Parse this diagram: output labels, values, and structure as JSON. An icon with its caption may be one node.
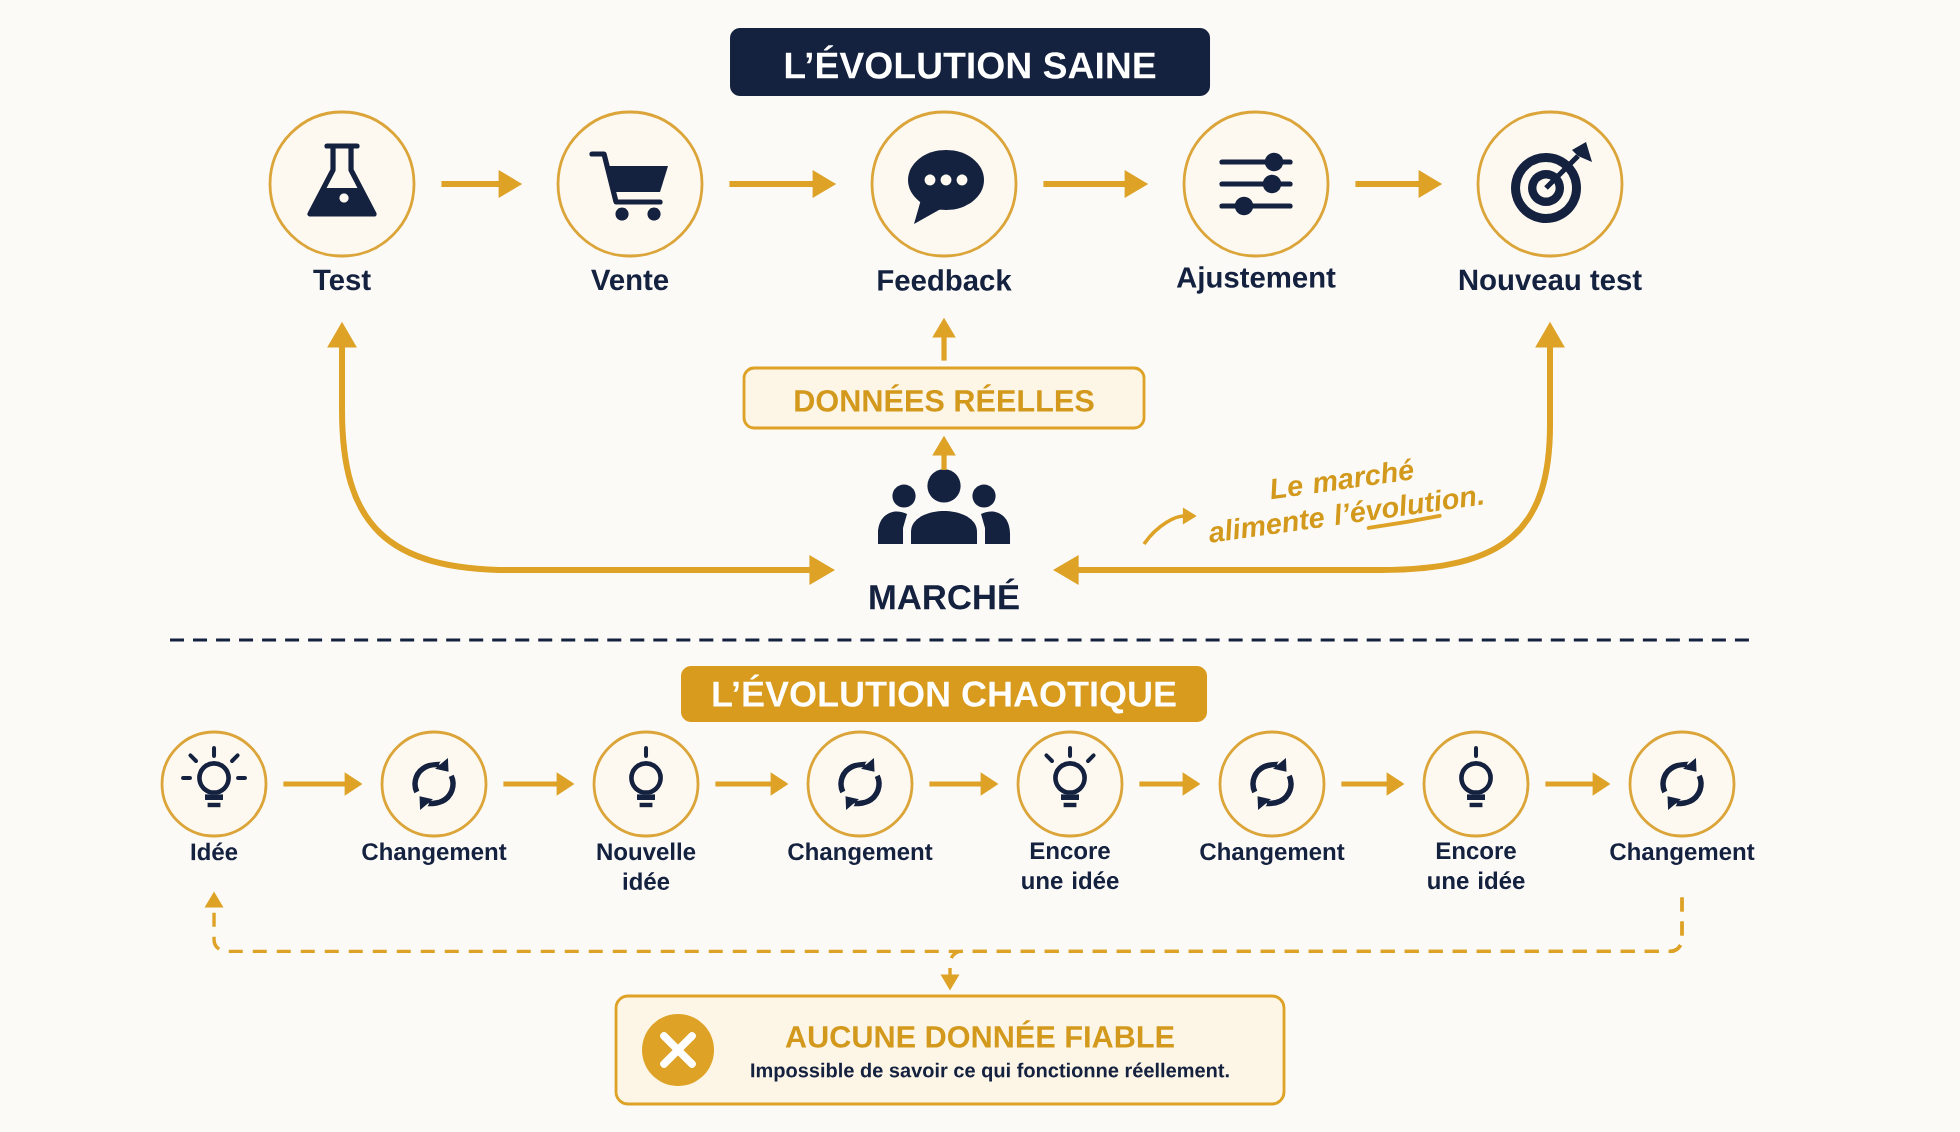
{
  "diagram": {
    "nodes": [
      {
        "text": [
          "L’ÉVOLUTION SAINE"
        ]
      },
      {
        "text": [
          "Test"
        ]
      },
      {
        "text": [
          "Vente"
        ]
      },
      {
        "text": [
          "Feedback"
        ]
      },
      {
        "text": [
          "Ajustement"
        ]
      },
      {
        "text": [
          "Nouveau test"
        ]
      },
      {
        "text": [
          "DONNÉES RÉELLES"
        ]
      },
      {
        "text": [
          "MARCHÉ"
        ]
      },
      {
        "text": [
          "Le marché alimente l’évolution."
        ]
      },
      {
        "text": [
          "L’ÉVOLUTION CHAOTIQUE"
        ]
      },
      {
        "text": [
          "Idée"
        ]
      },
      {
        "text": [
          "Changement"
        ]
      },
      {
        "text": [
          "Nouvelle idée"
        ]
      },
      {
        "text": [
          "Changement"
        ]
      },
      {
        "text": [
          "Encore une idée"
        ]
      },
      {
        "text": [
          "Changement"
        ]
      },
      {
        "text": [
          "Encore une idée"
        ]
      },
      {
        "text": [
          "Changement"
        ]
      },
      {
        "text": [
          "AUCUNE DONNÉE FIABLE",
          "Impossible de savoir ce qui fonctionne réellement."
        ]
      }
    ],
    "edges": [
      {
        "from": 1,
        "to": 2,
        "arrow": "to"
      },
      {
        "from": 2,
        "to": 3,
        "arrow": "to"
      },
      {
        "from": 3,
        "to": 4,
        "arrow": "to"
      },
      {
        "from": 4,
        "to": 5,
        "arrow": "to"
      },
      {
        "from": 7,
        "to": 6,
        "arrow": "to"
      },
      {
        "from": 6,
        "to": 3,
        "arrow": "to"
      },
      {
        "from": 1,
        "to": 7,
        "arrow": "both"
      },
      {
        "from": 5,
        "to": 7,
        "arrow": "both"
      },
      {
        "from": null,
        "to": 8,
        "arrow": "to"
      },
      {
        "from": 10,
        "to": 11,
        "arrow": "to"
      },
      {
        "from": 11,
        "to": 12,
        "arrow": "to"
      },
      {
        "from": 12,
        "to": 13,
        "arrow": "to"
      },
      {
        "from": 13,
        "to": 14,
        "arrow": "to"
      },
      {
        "from": 14,
        "to": 15,
        "arrow": "to"
      },
      {
        "from": 15,
        "to": 16,
        "arrow": "to"
      },
      {
        "from": 16,
        "to": 17,
        "arrow": "to"
      },
      {
        "from": 17,
        "to": 10,
        "arrow": "to",
        "style": "dashed"
      },
      {
        "from": 17,
        "to": 18,
        "arrow": "to",
        "style": "dashed"
      }
    ]
  }
}
